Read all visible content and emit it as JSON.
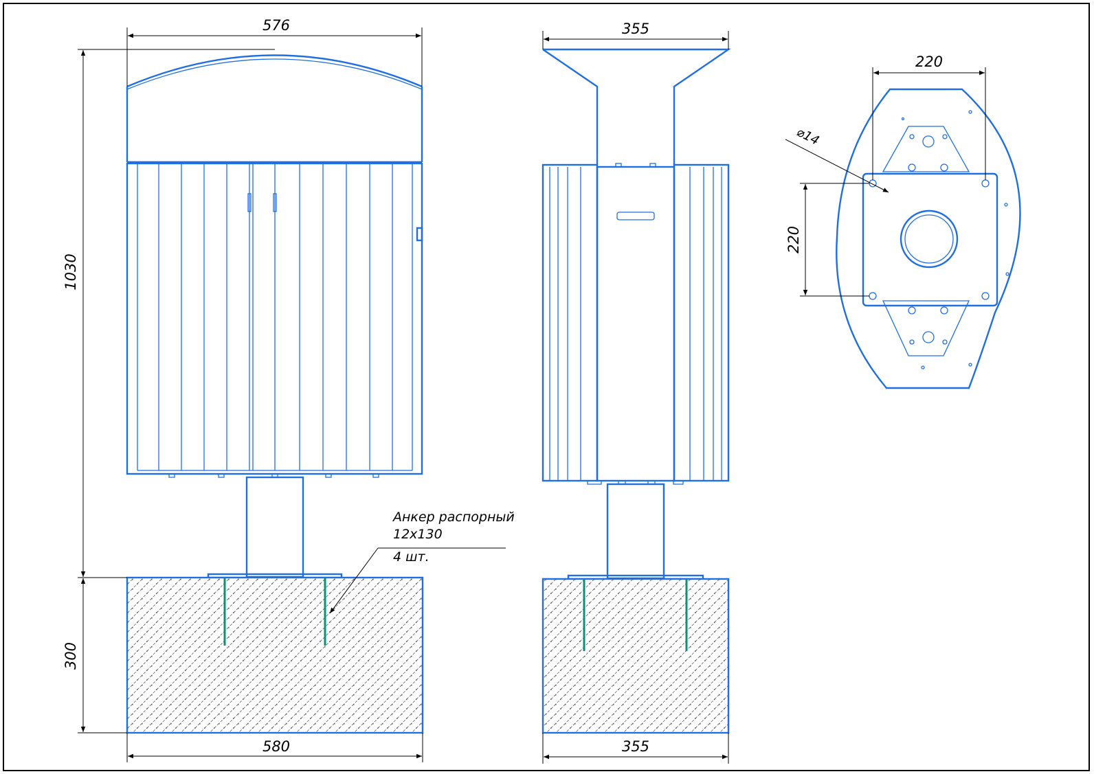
{
  "drawing": {
    "dimensions": {
      "front_width": "576",
      "side_width": "355",
      "plan_width": "220",
      "plan_height": "220",
      "hole_diameter": "⌀14",
      "total_height": "1030",
      "base_height": "300",
      "front_base_width": "580",
      "side_base_width": "355"
    },
    "note": {
      "line1": "Анкер распорный",
      "line2": "12x130",
      "line3": "4 шт."
    },
    "plate_label": "",
    "colors": {
      "outline": "#1f6fe0",
      "anchor": "#0f8f78",
      "dimension": "#000000"
    }
  }
}
